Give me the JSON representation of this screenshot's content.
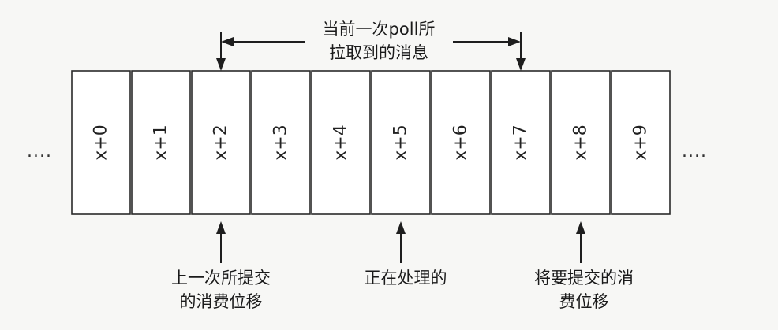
{
  "offsets": [
    "x+0",
    "x+1",
    "x+2",
    "x+3",
    "x+4",
    "x+5",
    "x+6",
    "x+7",
    "x+8",
    "x+9"
  ],
  "ellipsis_left": "....",
  "ellipsis_right": "....",
  "poll_range": {
    "line1": "当前一次poll所",
    "line2": "拉取到的消息",
    "from_index": 2,
    "to_index": 7
  },
  "markers": [
    {
      "index": 2,
      "line1": "上一次所提交",
      "line2": "的消费位移"
    },
    {
      "index": 5,
      "line1": "正在处理的",
      "line2": ""
    },
    {
      "index": 8,
      "line1": "将要提交的消",
      "line2": "费位移"
    }
  ],
  "colors": {
    "background": "#f7f7f5",
    "cell_fill": "#ffffff",
    "stroke": "#2a2a2a"
  }
}
